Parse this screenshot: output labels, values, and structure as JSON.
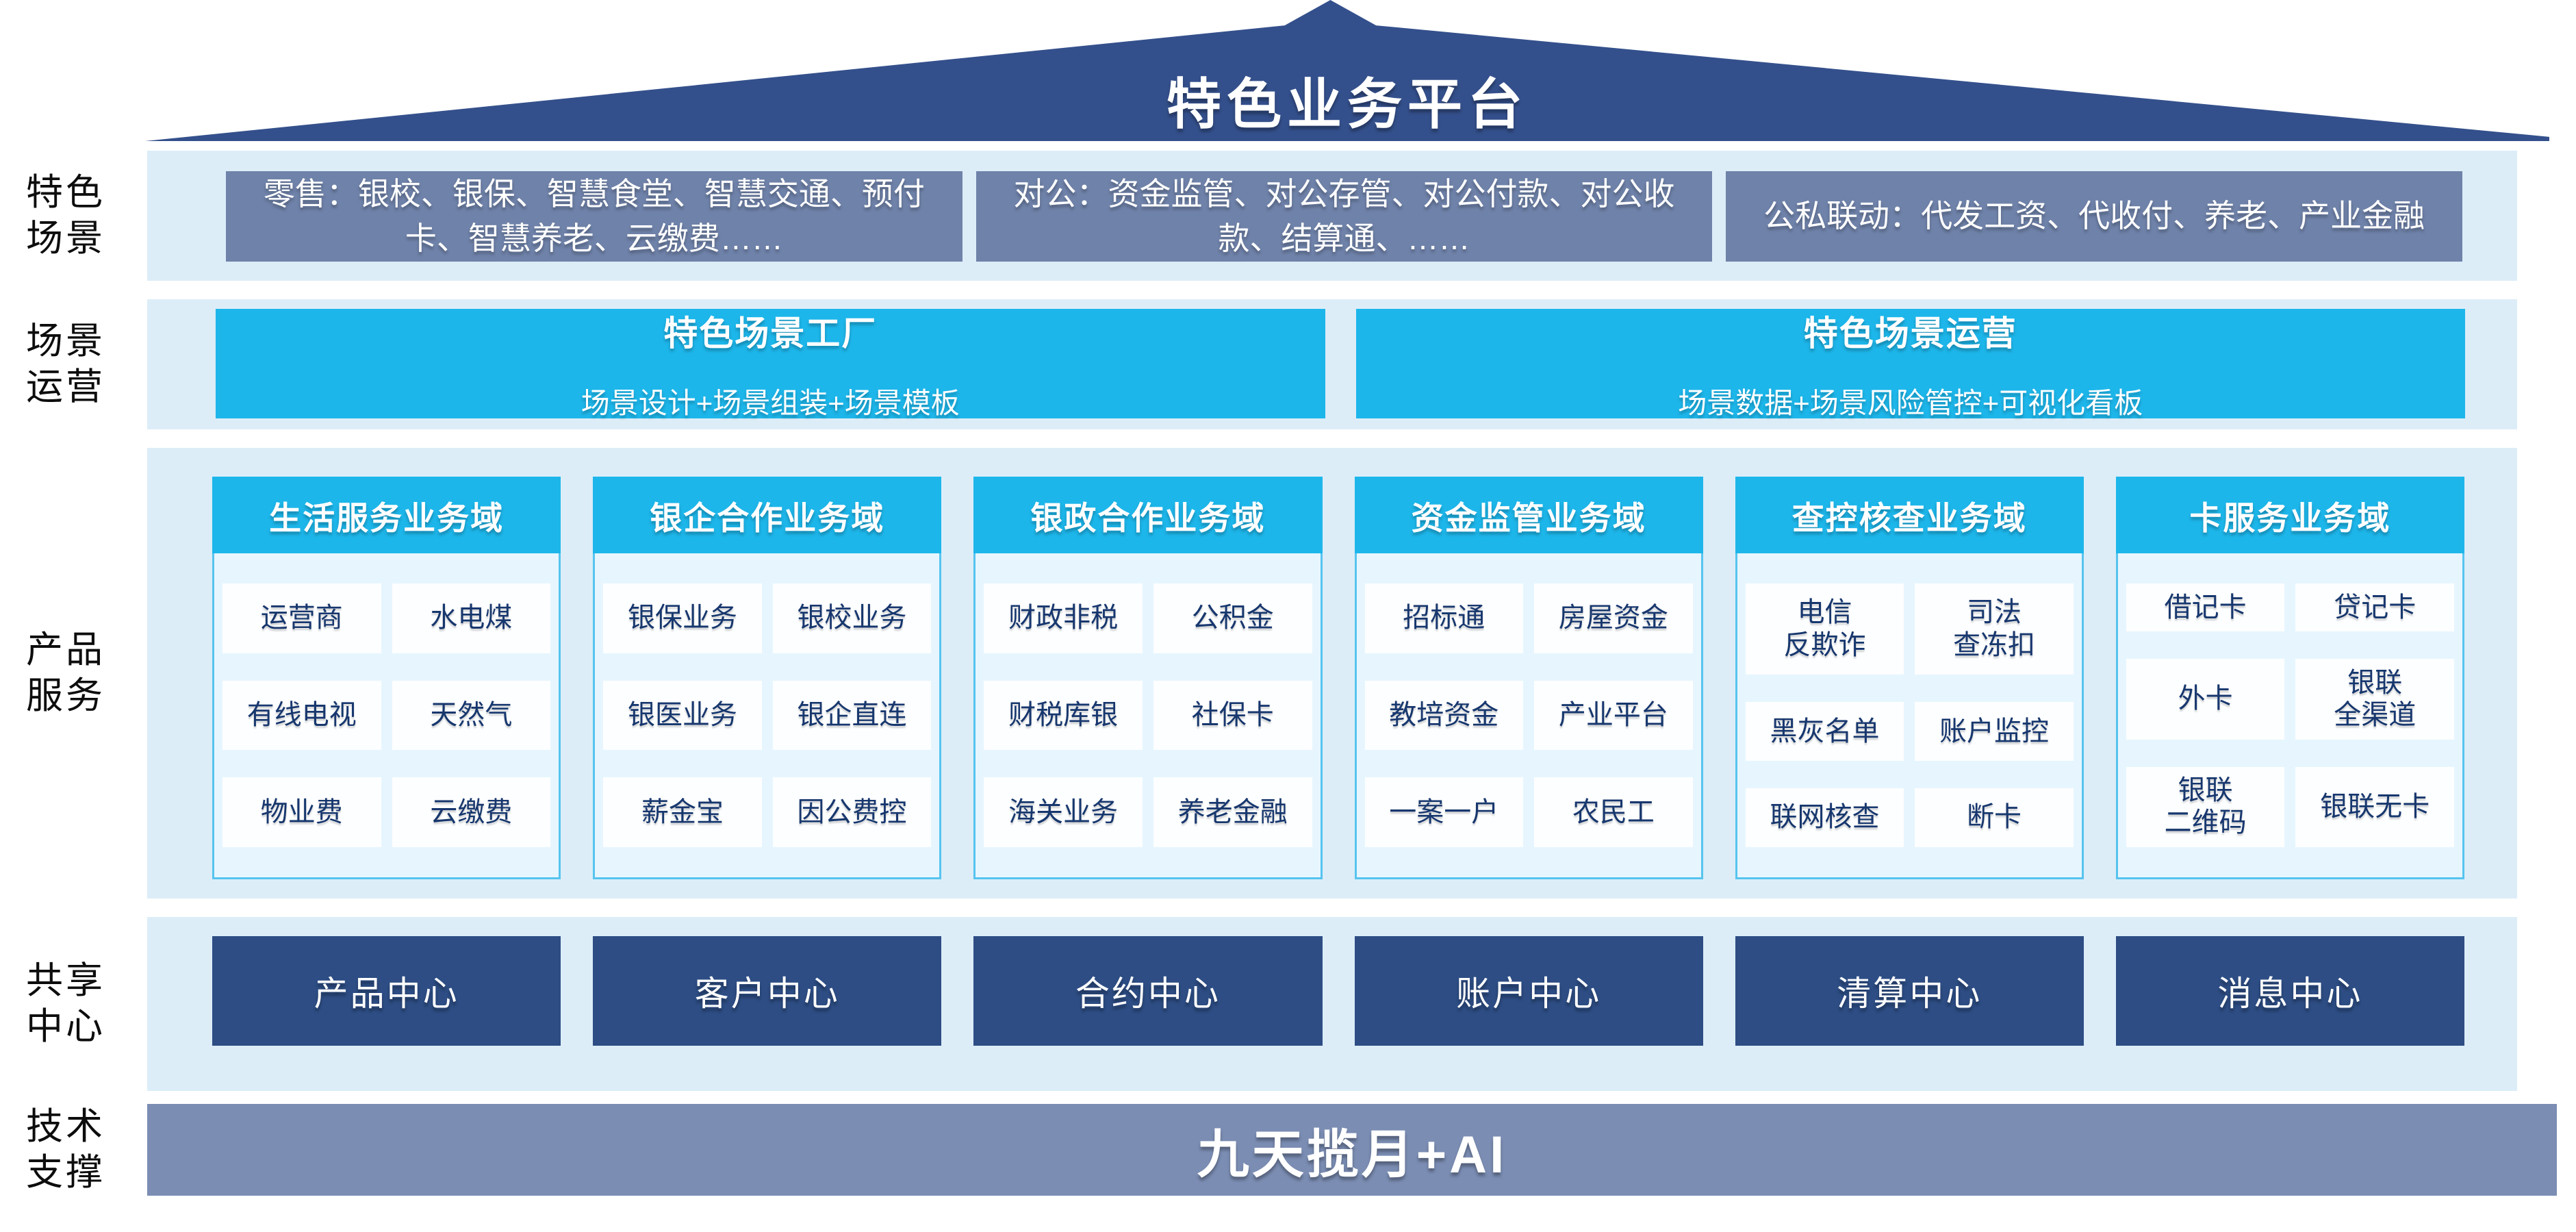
{
  "platform_title": "特色业务平台",
  "side_labels": [
    "特色\n场景",
    "场景\n运营",
    "产品\n服务",
    "共享\n中心",
    "技术\n支撑"
  ],
  "scene_row": {
    "retail": "零售：银校、银保、智慧食堂、智慧交通、预付卡、智慧养老、云缴费……",
    "corporate": "对公：资金监管、对公存管、对公付款、对公收款、结算通、……",
    "linkage": "公私联动：代发工资、代收付、养老、产业金融"
  },
  "operation_row": {
    "factory": {
      "title": "特色场景工厂",
      "subtitle": "场景设计+场景组装+场景模板"
    },
    "operation": {
      "title": "特色场景运营",
      "subtitle": "场景数据+场景风险管控+可视化看板"
    }
  },
  "product_domains": [
    {
      "header": "生活服务业务域",
      "cells": [
        "运营商",
        "水电煤",
        "有线电视",
        "天然气",
        "物业费",
        "云缴费"
      ]
    },
    {
      "header": "银企合作业务域",
      "cells": [
        "银保业务",
        "银校业务",
        "银医业务",
        "银企直连",
        "薪金宝",
        "因公费控"
      ]
    },
    {
      "header": "银政合作业务域",
      "cells": [
        "财政非税",
        "公积金",
        "财税库银",
        "社保卡",
        "海关业务",
        "养老金融"
      ]
    },
    {
      "header": "资金监管业务域",
      "cells": [
        "招标通",
        "房屋资金",
        "教培资金",
        "产业平台",
        "一案一户",
        "农民工"
      ]
    },
    {
      "header": "查控核查业务域",
      "cells": [
        "电信\n反欺诈",
        "司法\n查冻扣",
        "黑灰名单",
        "账户监控",
        "联网核查",
        "断卡"
      ]
    },
    {
      "header": "卡服务业务域",
      "cells": [
        "借记卡",
        "贷记卡",
        "外卡",
        "银联\n全渠道",
        "银联\n二维码",
        "银联无卡"
      ]
    }
  ],
  "shared_centers": [
    "产品中心",
    "客户中心",
    "合约中心",
    "账户中心",
    "清算中心",
    "消息中心"
  ],
  "tech_support": "九天揽月+AI",
  "colors": {
    "roof_navy": "#34508c",
    "center_navy": "#2d4d84",
    "scene_grayblue": "#6f82a9",
    "tech_grayblue": "#7b8db3",
    "band_lightblue": "#dcedf8",
    "cyan": "#1db6ea",
    "domain_body_bg": "#e7f6fe",
    "domain_border": "#56c4ef",
    "cell_text_navy": "#17376e"
  }
}
